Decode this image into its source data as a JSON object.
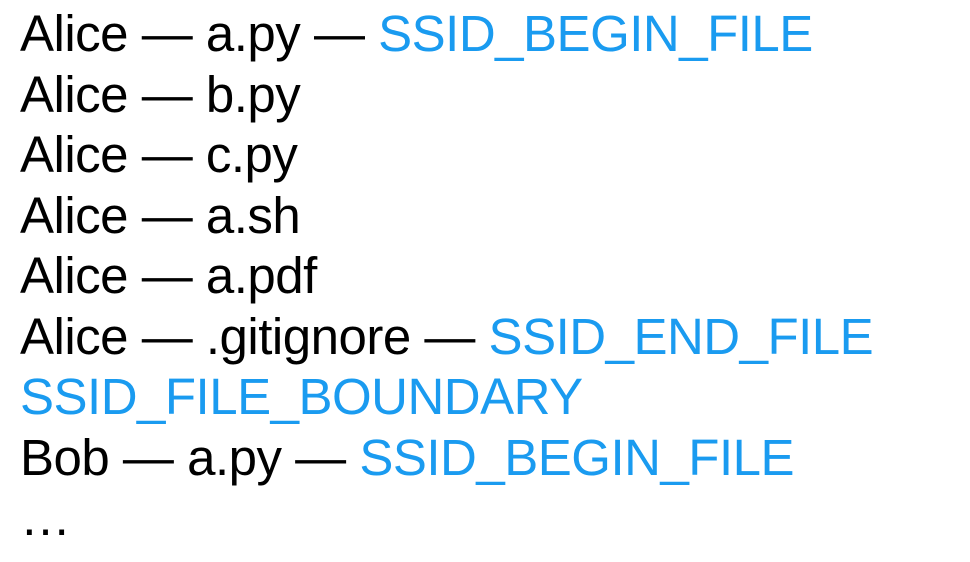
{
  "separator": " — ",
  "accent_color": "#1a9bf0",
  "lines": [
    {
      "owner": "Alice",
      "file": "a.py",
      "marker": "SSID_BEGIN_FILE"
    },
    {
      "owner": "Alice",
      "file": "b.py"
    },
    {
      "owner": "Alice",
      "file": "c.py"
    },
    {
      "owner": "Alice",
      "file": "a.sh"
    },
    {
      "owner": "Alice",
      "file": "a.pdf"
    },
    {
      "owner": "Alice",
      "file": ".gitignore",
      "marker": "SSID_END_FILE"
    },
    {
      "boundary": "SSID_FILE_BOUNDARY"
    },
    {
      "owner": "Bob",
      "file": "a.py",
      "marker": "SSID_BEGIN_FILE"
    }
  ],
  "continuation": "…"
}
